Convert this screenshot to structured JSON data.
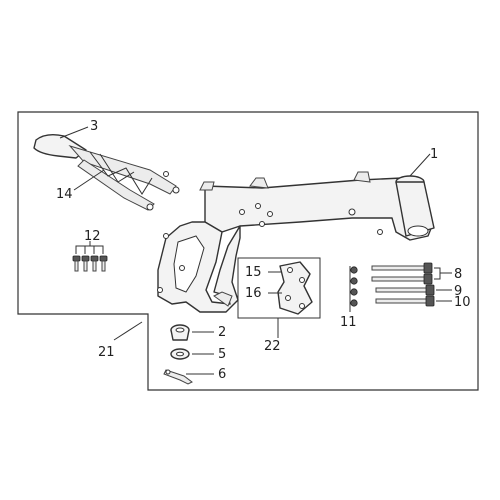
{
  "callouts": {
    "c1": "1",
    "c2": "2",
    "c3": "3",
    "c5": "5",
    "c6": "6",
    "c8": "8",
    "c9": "9",
    "c10": "10",
    "c11": "11",
    "c12": "12",
    "c14": "14",
    "c15": "15",
    "c16": "16",
    "c21": "21",
    "c22": "22"
  }
}
